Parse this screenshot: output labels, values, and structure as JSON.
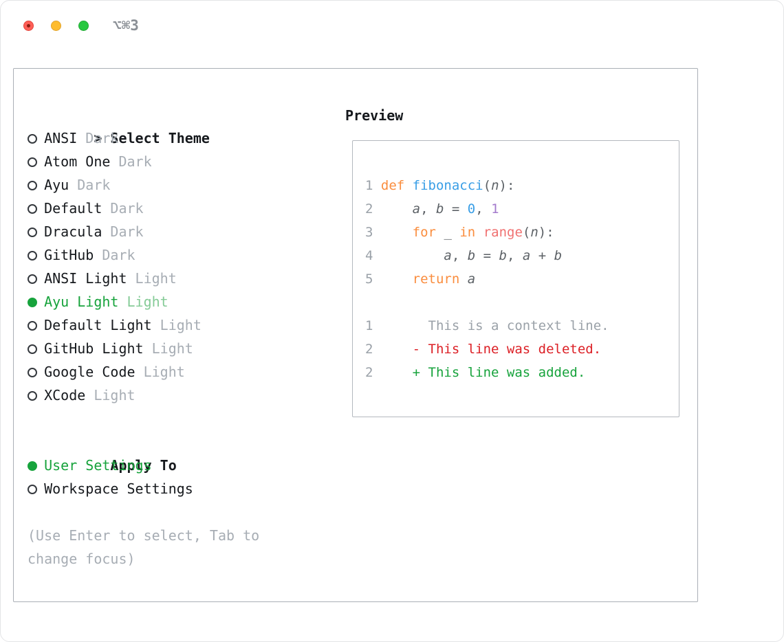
{
  "window": {
    "shortcut_label": "⌥⌘3"
  },
  "colors": {
    "green": "#17a33c",
    "green_light": "#85cb97",
    "gray": "#a7adb4",
    "text": "#16191d",
    "orange": "#fa8d3e",
    "blue": "#399ee6",
    "purple": "#a37acc",
    "coral": "#f07171",
    "code_fg": "#5c6166",
    "line_num": "#9aa1a8",
    "red": "#dc2026"
  },
  "theme_selector": {
    "marker": ">",
    "header": "Select Theme",
    "items": [
      {
        "name": "ANSI",
        "variant": "Dark",
        "selected": false
      },
      {
        "name": "Atom One",
        "variant": "Dark",
        "selected": false
      },
      {
        "name": "Ayu",
        "variant": "Dark",
        "selected": false
      },
      {
        "name": "Default",
        "variant": "Dark",
        "selected": false
      },
      {
        "name": "Dracula",
        "variant": "Dark",
        "selected": false
      },
      {
        "name": "GitHub",
        "variant": "Dark",
        "selected": false
      },
      {
        "name": "ANSI Light",
        "variant": "Light",
        "selected": false
      },
      {
        "name": "Ayu Light",
        "variant": "Light",
        "selected": true
      },
      {
        "name": "Default Light",
        "variant": "Light",
        "selected": false
      },
      {
        "name": "GitHub Light",
        "variant": "Light",
        "selected": false
      },
      {
        "name": "Google Code",
        "variant": "Light",
        "selected": false
      },
      {
        "name": "XCode",
        "variant": "Light",
        "selected": false
      }
    ]
  },
  "apply_to": {
    "header": "Apply To",
    "options": [
      {
        "label": "User Settings",
        "selected": true
      },
      {
        "label": "Workspace Settings",
        "selected": false
      }
    ]
  },
  "help_text": "(Use Enter to select, Tab to change focus)",
  "preview": {
    "header": "Preview",
    "code_lines": [
      {
        "num": "1",
        "tokens": [
          {
            "text": "def",
            "style": "keyword"
          },
          {
            "text": " ",
            "style": "plain"
          },
          {
            "text": "fibonacci",
            "style": "func"
          },
          {
            "text": "(",
            "style": "plain"
          },
          {
            "text": "n",
            "style": "ident"
          },
          {
            "text": "):",
            "style": "plain"
          }
        ]
      },
      {
        "num": "2",
        "tokens": [
          {
            "text": "    ",
            "style": "plain"
          },
          {
            "text": "a",
            "style": "ident"
          },
          {
            "text": ", ",
            "style": "plain"
          },
          {
            "text": "b",
            "style": "ident"
          },
          {
            "text": " = ",
            "style": "plain"
          },
          {
            "text": "0",
            "style": "number-blue"
          },
          {
            "text": ", ",
            "style": "plain"
          },
          {
            "text": "1",
            "style": "number-purple"
          }
        ]
      },
      {
        "num": "3",
        "tokens": [
          {
            "text": "    ",
            "style": "plain"
          },
          {
            "text": "for",
            "style": "keyword"
          },
          {
            "text": " ",
            "style": "plain"
          },
          {
            "text": "_",
            "style": "ident"
          },
          {
            "text": " ",
            "style": "plain"
          },
          {
            "text": "in",
            "style": "keyword"
          },
          {
            "text": " ",
            "style": "plain"
          },
          {
            "text": "range",
            "style": "builtin"
          },
          {
            "text": "(",
            "style": "plain"
          },
          {
            "text": "n",
            "style": "ident"
          },
          {
            "text": "):",
            "style": "plain"
          }
        ]
      },
      {
        "num": "4",
        "tokens": [
          {
            "text": "        ",
            "style": "plain"
          },
          {
            "text": "a",
            "style": "ident"
          },
          {
            "text": ", ",
            "style": "plain"
          },
          {
            "text": "b",
            "style": "ident"
          },
          {
            "text": " = ",
            "style": "plain"
          },
          {
            "text": "b",
            "style": "ident"
          },
          {
            "text": ", ",
            "style": "plain"
          },
          {
            "text": "a",
            "style": "ident"
          },
          {
            "text": " + ",
            "style": "plain"
          },
          {
            "text": "b",
            "style": "ident"
          }
        ]
      },
      {
        "num": "5",
        "tokens": [
          {
            "text": "    ",
            "style": "plain"
          },
          {
            "text": "return",
            "style": "keyword"
          },
          {
            "text": " ",
            "style": "plain"
          },
          {
            "text": "a",
            "style": "ident"
          }
        ]
      }
    ],
    "diff_lines": [
      {
        "num": "1",
        "text": "      This is a context line.",
        "kind": "context"
      },
      {
        "num": "2",
        "text": "    - This line was deleted.",
        "kind": "deleted"
      },
      {
        "num": "2",
        "text": "    + This line was added.",
        "kind": "added"
      }
    ]
  }
}
